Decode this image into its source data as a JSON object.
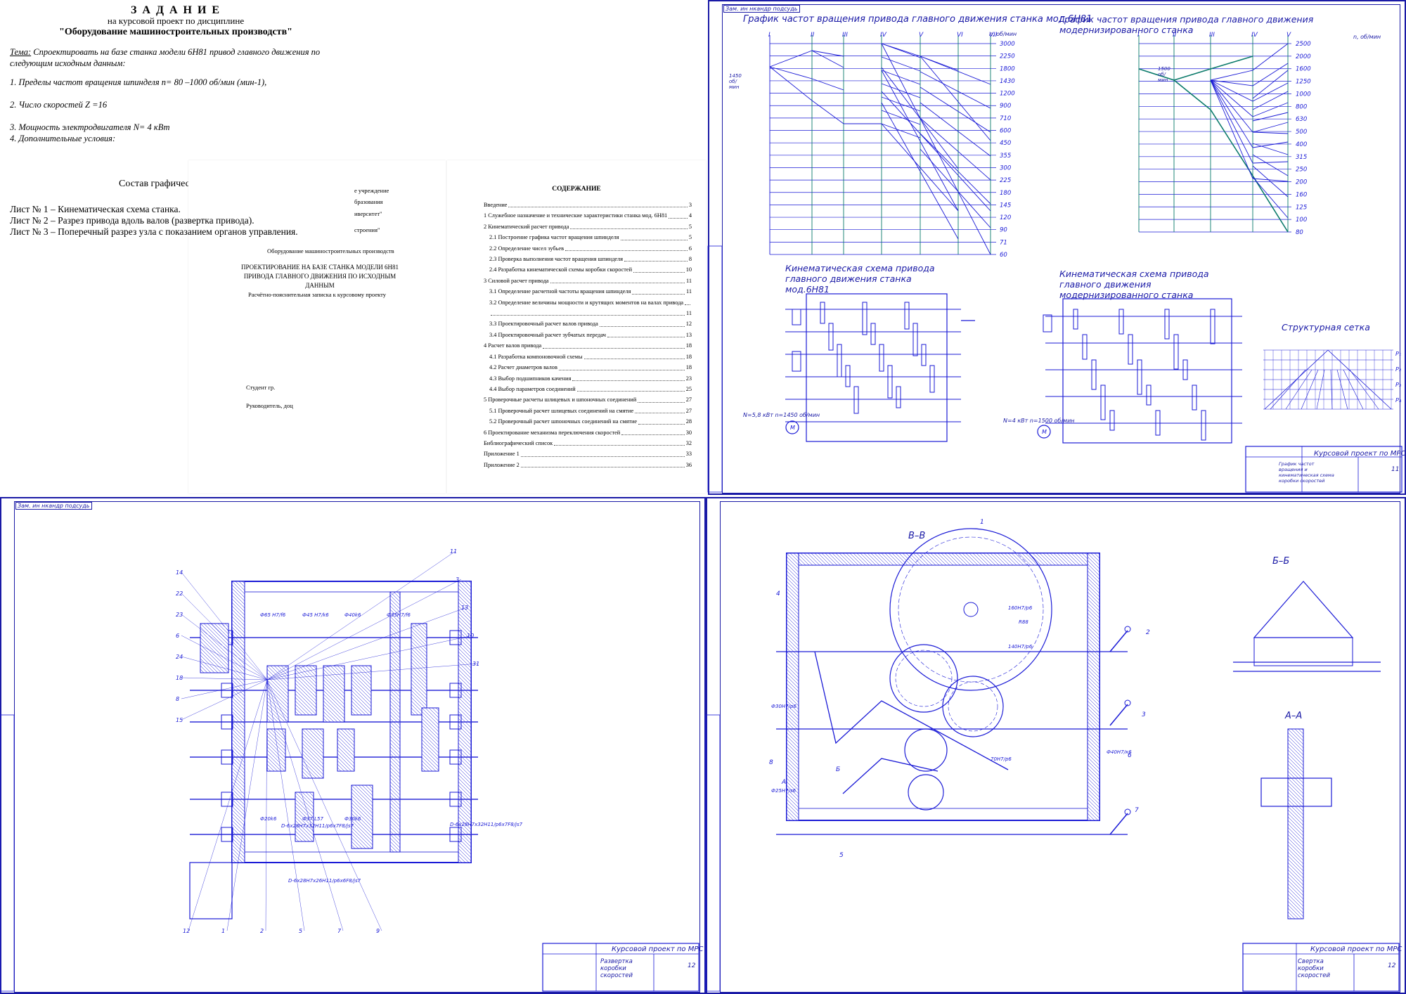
{
  "assignment": {
    "title": "З А Д А Н И Е",
    "subtitle": "на курсовой проект по дисциплине",
    "discipline": "\"Оборудование машиностроительных производств\"",
    "topic_label": "Тема:",
    "topic": "Спроектировать на базе станка модели 6Н81 привод главного движения по следующим исходным данным:",
    "item1": "1. Пределы частот вращения шпинделя n= 80 –1000 об/мин (мин-1),",
    "item2": "2. Число скоростей Z =16",
    "item3": "3. Мощность электродвигателя N= 4 кВт",
    "item4": "4. Дополнительные условия:",
    "graphic_title": "Состав графической части:",
    "sheet1": "Лист № 1 – Кинематическая схема станка.",
    "sheet2": "Лист № 2 – Разрез привода вдоль валов (развертка привода).",
    "sheet3": "Лист № 3 – Поперечный разрез узла с показанием органов управления."
  },
  "title_page": {
    "line1": "е учреждение",
    "line2": "бразования",
    "line3": "иверситет\"",
    "line4": "строения\"",
    "line5": "Оборудование машиностроительных производств",
    "heading": "ПРОЕКТИРОВАНИЕ НА БАЗЕ СТАНКА МОДЕЛИ 6Н81 ПРИВОДА ГЛАВНОГО ДВИЖЕНИЯ ПО ИСХОДНЫМ ДАННЫМ",
    "note": "Расчётно-пояснительная записка к курсовому проекту",
    "student": "Студент гр.",
    "supervisor": "Руководитель, доц"
  },
  "contents": {
    "title": "СОДЕРЖАНИЕ",
    "rows": [
      {
        "t": "Введение",
        "p": "3",
        "i": 0
      },
      {
        "t": "1 Служебное назначение и технические характеристики станка мод. 6Н81",
        "p": "4",
        "i": 0
      },
      {
        "t": "2 Кинематический расчет привода",
        "p": "5",
        "i": 0
      },
      {
        "t": "2.1 Построение графика частот вращения шпинделя",
        "p": "5",
        "i": 1
      },
      {
        "t": "2.2 Определение чисел зубьев",
        "p": "6",
        "i": 1
      },
      {
        "t": "2.3 Проверка выполнения частот вращения шпинделя",
        "p": "8",
        "i": 1
      },
      {
        "t": "2.4 Разработка кинематической схемы коробки скоростей",
        "p": "10",
        "i": 1
      },
      {
        "t": "3 Силовой расчет привода",
        "p": "11",
        "i": 0
      },
      {
        "t": "3.1 Определение расчетной частоты вращения шпинделя",
        "p": "11",
        "i": 1
      },
      {
        "t": "3.2 Определение величины мощности и крутящих моментов на валах привода",
        "p": "",
        "i": 1
      },
      {
        "t": "",
        "p": "11",
        "i": 1
      },
      {
        "t": "3.3 Проектировочный расчет валов привода",
        "p": "12",
        "i": 1
      },
      {
        "t": "3.4 Проектировочный расчет зубчатых передач",
        "p": "13",
        "i": 1
      },
      {
        "t": "4 Расчет валов привода",
        "p": "18",
        "i": 0
      },
      {
        "t": "4.1 Разработка компоновочной схемы",
        "p": "18",
        "i": 1
      },
      {
        "t": "4.2 Расчет диаметров валов",
        "p": "18",
        "i": 1
      },
      {
        "t": "4.3 Выбор подшипников качения",
        "p": "23",
        "i": 1
      },
      {
        "t": "4.4 Выбор параметров соединений",
        "p": "25",
        "i": 1
      },
      {
        "t": "5 Проверочные расчеты шлицевых и шпоночных соединений",
        "p": "27",
        "i": 0
      },
      {
        "t": "5.1 Проверочный расчет шлицевых соединений на смятие",
        "p": "27",
        "i": 1
      },
      {
        "t": "5.2 Проверочный расчет шпоночных соединений на смятие",
        "p": "28",
        "i": 1
      },
      {
        "t": "6 Проектирование механизма переключения скоростей",
        "p": "30",
        "i": 0
      },
      {
        "t": "Библиографический список",
        "p": "32",
        "i": 0
      },
      {
        "t": "Приложение 1",
        "p": "33",
        "i": 0
      },
      {
        "t": "Приложение 2",
        "p": "36",
        "i": 0
      }
    ]
  },
  "sheet1": {
    "tag": "Зам. ин нкандр подсудь",
    "graph1_title": "График частот вращения привода главного движения станка мод.6Н81",
    "graph2_title": "График частот вращения привода главного движения модернизированного станка",
    "graph1_shafts": [
      "I",
      "II",
      "III",
      "IV",
      "V",
      "VI",
      "VII"
    ],
    "graph2_shafts": [
      "I",
      "II",
      "III",
      "IV",
      "V"
    ],
    "unit": "n, об/мин",
    "graph1_ticks": [
      "3000",
      "2250",
      "1800",
      "1430",
      "1200",
      "900",
      "710",
      "600",
      "450",
      "355",
      "300",
      "225",
      "180",
      "145",
      "120",
      "90",
      "71",
      "60"
    ],
    "graph2_ticks": [
      "2500",
      "2000",
      "1600",
      "1250",
      "1000",
      "800",
      "630",
      "500",
      "400",
      "315",
      "250",
      "200",
      "160",
      "125",
      "100",
      "80"
    ],
    "graph1_motor": "1450 об/мин",
    "graph2_motor": "1500 об/мин",
    "kin1_title": "Кинематическая схема привода главного движения станка мод.6Н81",
    "kin2_title": "Кинематическая схема привода главного движения модернизированного станка",
    "kin1_motor": "N=5,8 кВт n=1450 об/мин",
    "kin2_motor": "N=4 кВт n=1500 об/мин",
    "motor_label": "M",
    "struct_title": "Структурная сетка",
    "struct_p": [
      "P₁",
      "P₂",
      "P₃",
      "P₄"
    ],
    "stamp_title": "Курсовой проект по МРС",
    "stamp_name": "График частот вращения и кинематическая схема коробки скоростей",
    "stamp_sheet": "11"
  },
  "sheet2": {
    "tag": "Зам. ин нкандр подсудь",
    "callouts": [
      "14",
      "22",
      "23",
      "6",
      "24",
      "18",
      "8",
      "15",
      "12",
      "1",
      "2",
      "5",
      "7",
      "9",
      "11",
      "3",
      "13",
      "10",
      "31"
    ],
    "fit_labels": [
      "Ф65 H7/f6",
      "Ф45 H7/k6",
      "Ф40k6",
      "Ф35H7/f6",
      "Ф20k6",
      "Ф37 L57",
      "Ф30k6"
    ],
    "spline_labels": [
      "D-6х28Н7х32Н11/р6х7F8/js7",
      "D-6х28Н7х32Н11/р6х7F8/js7",
      "D-6х28Н7х26Н11/р6х6F8/js7"
    ],
    "stamp_title": "Курсовой проект по МРС",
    "stamp_name": "Развертка коробки скоростей",
    "stamp_sheet": "12"
  },
  "sheet3": {
    "section_bb": "В–В",
    "section_b": "Б–Б",
    "section_a": "А–А",
    "marker_a": "А",
    "marker_b": "Б",
    "callouts": [
      "1",
      "2",
      "3",
      "4",
      "5",
      "6",
      "7",
      "8"
    ],
    "dims": [
      "160Н7/р6",
      "140Н7/р6",
      "Ф30Н7/р6",
      "Ф25H7/s6",
      "Ф40Н7/к6",
      "70Н7/р6",
      "R88"
    ],
    "stamp_title": "Курсовой проект по МРС",
    "stamp_name": "Свертка коробки скоростей",
    "stamp_sheet": "12"
  },
  "colors": {
    "line": "#1a1ad6",
    "accent": "#0a7a6a"
  }
}
